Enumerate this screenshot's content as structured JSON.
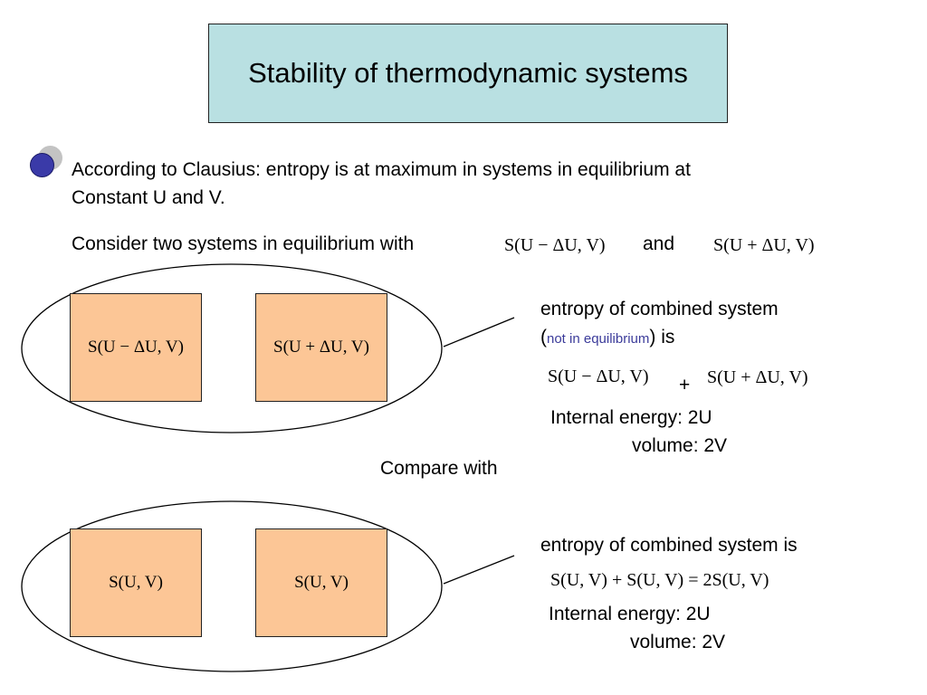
{
  "title": "Stability of thermodynamic systems",
  "bullet": {
    "line1": "According to Clausius: entropy is at maximum in systems in equilibrium at",
    "line2": "Constant U and V."
  },
  "consider": {
    "text": "Consider two systems in equilibrium with",
    "expr1": "S(U − ΔU, V)",
    "and": "and",
    "expr2": "S(U + ΔU, V)"
  },
  "top": {
    "box_left": "S(U − ΔU, V)",
    "box_right": "S(U + ΔU, V)",
    "desc_line1": "entropy of combined system",
    "paren_open": "(",
    "not_eq": "not in equilibrium",
    "paren_close_is": ") is",
    "expr_a": "S(U − ΔU, V)",
    "plus": "+",
    "expr_b": "S(U + ΔU, V)",
    "energy": "Internal energy: 2U",
    "volume": "volume: 2V"
  },
  "compare": "Compare with",
  "bottom": {
    "box_left": "S(U, V)",
    "box_right": "S(U, V)",
    "desc": "entropy of combined system is",
    "expr": "S(U, V) + S(U, V) = 2S(U, V)",
    "energy": "Internal energy: 2U",
    "volume": "volume: 2V"
  }
}
